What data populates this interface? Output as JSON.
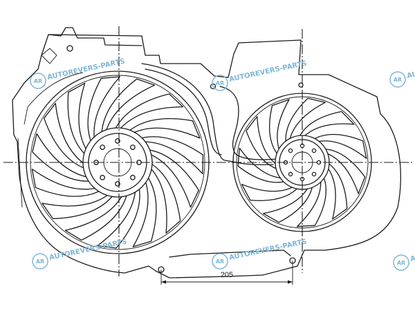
{
  "dimension": {
    "value": "205"
  },
  "watermark": {
    "brand": "AUTOREVERS-PARTS",
    "logo_text": "AR"
  },
  "colors": {
    "line": "#1a1a1a",
    "watermark": "#7fb6d6",
    "background": "#ffffff"
  },
  "fans": [
    {
      "name": "large-fan",
      "blade_count": 15
    },
    {
      "name": "small-fan",
      "blade_count": 11
    }
  ]
}
